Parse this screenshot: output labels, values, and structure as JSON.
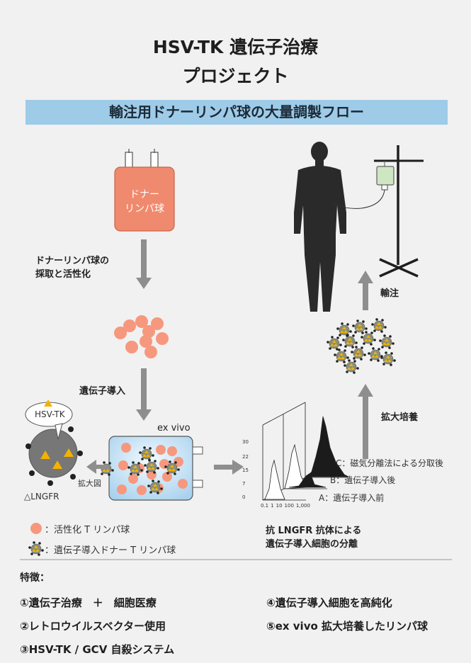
{
  "title_line1": "HSV-TK 遺伝子治療",
  "title_line2": "プロジェクト",
  "banner": "輸注用ドナーリンパ球の大量調製フロー",
  "bag_label": "ドナー\nリンパ球",
  "step_collect": "ドナーリンパ球の\n採取と活性化",
  "step_transduce": "遺伝子導入",
  "step_infusion": "輸注",
  "step_expand": "拡大培養",
  "ex_vivo": "ex vivo",
  "hsv_tk": "HSV-TK",
  "lngfr": "△LNGFR",
  "zoom": "拡大図",
  "legend_activated": "：活性化 T リンパ球",
  "legend_transduced": "：遺伝子導入ドナー T リンパ球",
  "separation": "抗 LNGFR 抗体による\n遺伝子導入細胞の分離",
  "hist_c": "C：磁気分離法による分取後",
  "hist_b": "B：遺伝子導入後",
  "hist_a": "A：遺伝子導入前",
  "hist_yticks": [
    "0",
    "7",
    "15",
    "22",
    "30"
  ],
  "hist_xticks": [
    "0.1",
    "1",
    "10",
    "100",
    "1,000"
  ],
  "features_title": "特徴：",
  "features": [
    "①遺伝子治療　＋　細胞医療",
    "②レトロウイルスベクター使用",
    "③HSV-TK / GCV 自殺システム",
    "④遺伝子導入細胞を高純化",
    "⑤ex vivo 拡大培養したリンパ球"
  ],
  "colors": {
    "banner": "#9ecbe8",
    "bag": "#f08a6e",
    "cell": "#f6987e",
    "arrow": "#8e8e8e",
    "triangle": "#f3b200"
  }
}
